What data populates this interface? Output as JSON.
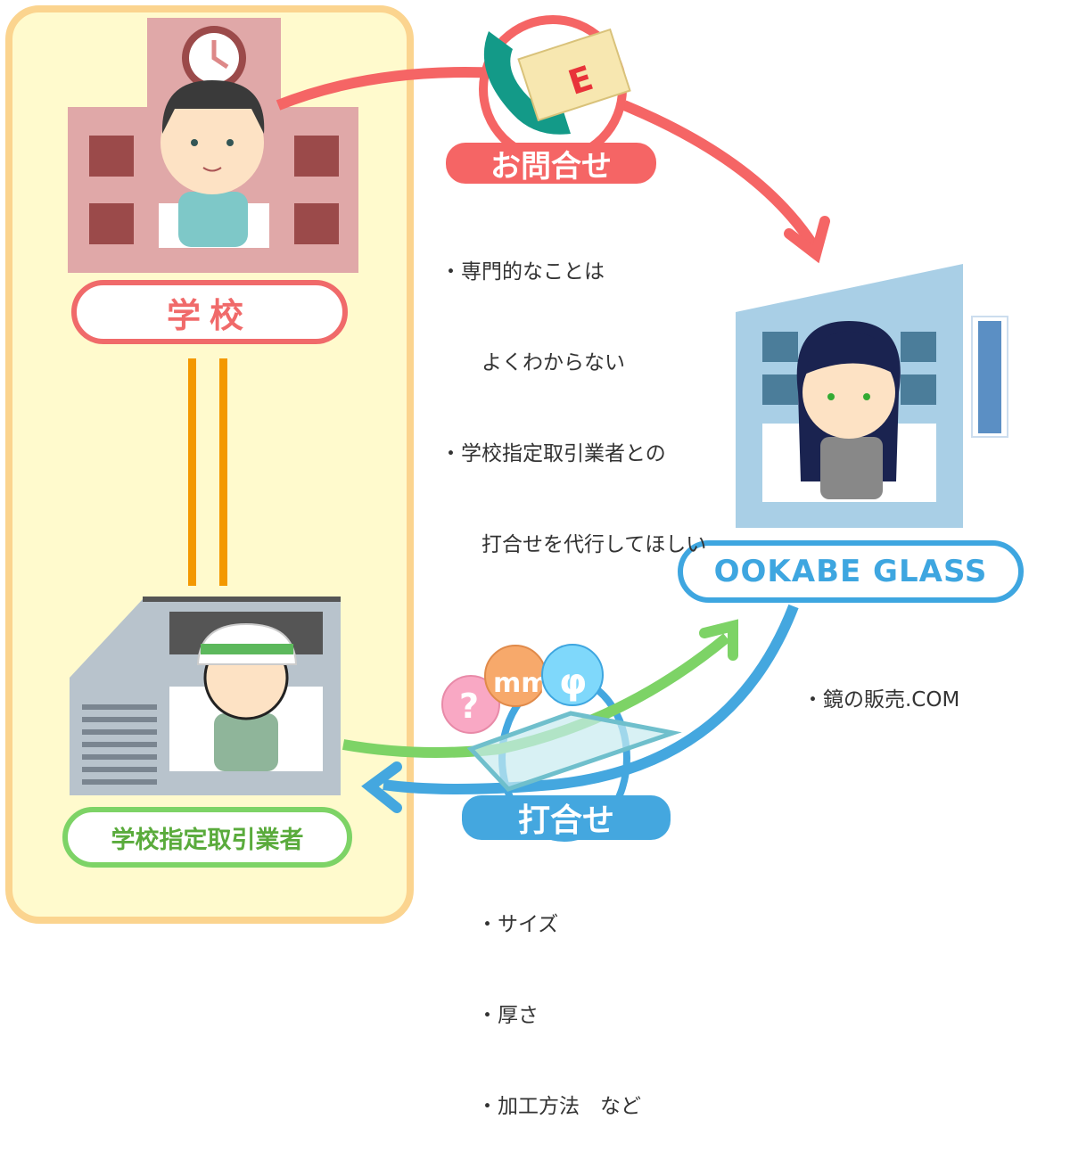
{
  "school": {
    "label": "学校"
  },
  "vendor": {
    "label": "学校指定取引業者"
  },
  "company": {
    "label": "OOKABE GLASS",
    "notes": [
      "・鏡の販売.COM"
    ]
  },
  "inquiry": {
    "badge": "お問合せ",
    "notes": [
      "・専門的なことは",
      "　　よくわからない",
      "・学校指定取引業者との",
      "　　打合せを代行してほしい"
    ],
    "envelope_letter": "E"
  },
  "meeting": {
    "badge": "打合せ",
    "notes": [
      "・サイズ",
      "・厚さ",
      "・加工方法　など"
    ],
    "bubbles": [
      "?",
      "mm",
      "φ"
    ]
  },
  "colors": {
    "red": "#f56565",
    "blue": "#44a7df",
    "green": "#7dd366",
    "orange": "#f39800",
    "panel": "#fffacd"
  }
}
